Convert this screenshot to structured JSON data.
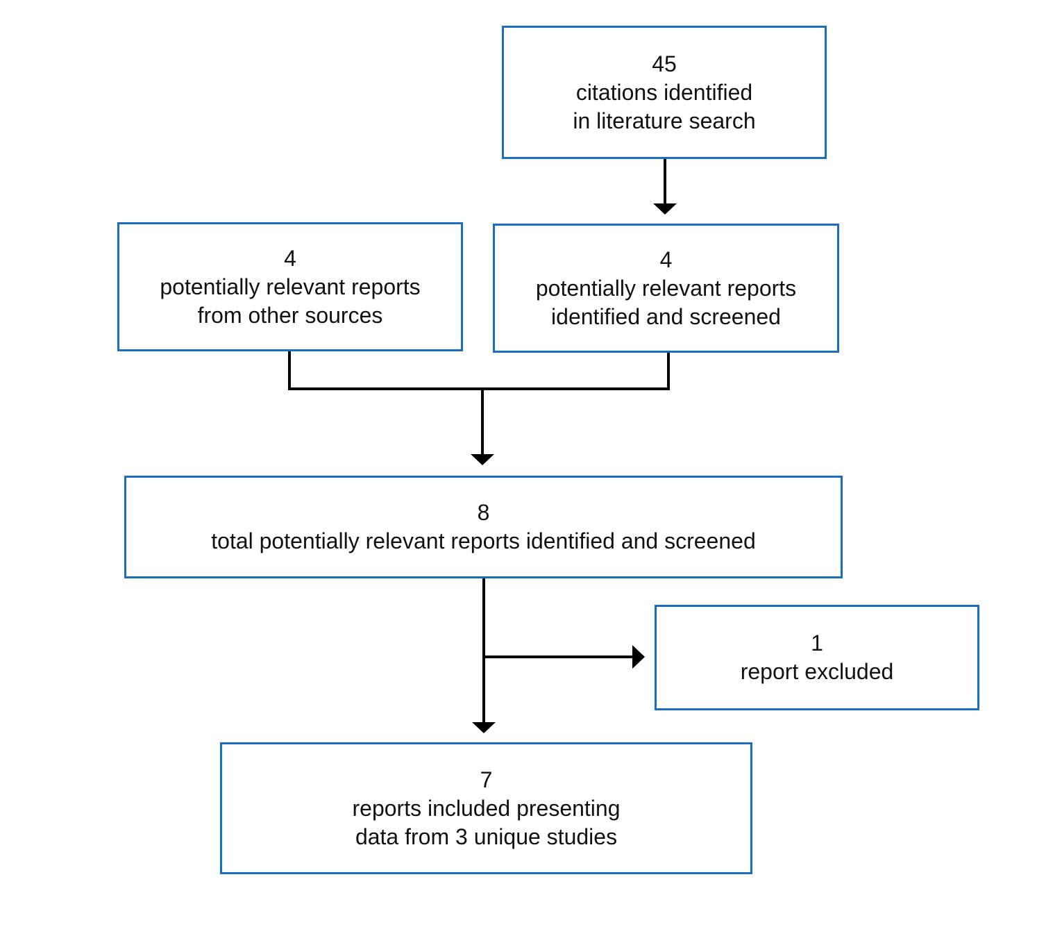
{
  "boxes": {
    "literature_search": {
      "count": "45",
      "line1": "citations identified",
      "line2": "in literature search"
    },
    "other_sources": {
      "count": "4",
      "line1": "potentially relevant reports",
      "line2": "from other sources"
    },
    "screened": {
      "count": "4",
      "line1": "potentially relevant reports",
      "line2": "identified and screened"
    },
    "total": {
      "count": "8",
      "line1": "total potentially relevant reports identified and screened"
    },
    "excluded": {
      "count": "1",
      "line1": "report excluded"
    },
    "included": {
      "count": "7",
      "line1": "reports included presenting",
      "line2": "data from 3 unique studies"
    }
  },
  "colors": {
    "box_border": "#1a6dbf",
    "connector": "#000000",
    "text": "#111111"
  }
}
